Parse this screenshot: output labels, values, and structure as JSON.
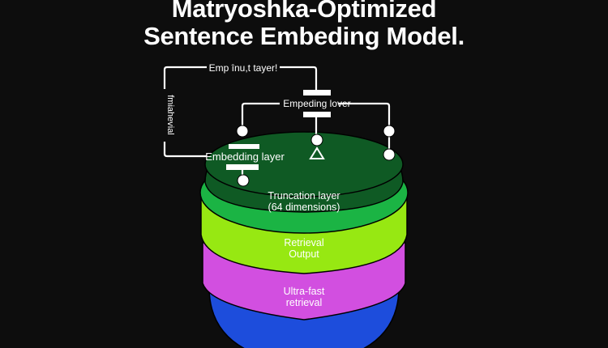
{
  "title": {
    "line1": "Matryoshka-Optimized",
    "line2": "Sentence Embeding Model."
  },
  "connectors": {
    "top_label": "Emp înu,t tayer!",
    "middle_label": "Empeding lover",
    "left_label": "Embedding layer",
    "vertical_label": "fmiahevial"
  },
  "layers": [
    {
      "name": "embedding-top",
      "label_lines": [],
      "color": "#0f5a24"
    },
    {
      "name": "truncation",
      "label_lines": [
        "Truncation layer",
        "(64 dimensions)"
      ],
      "color": "#1bb444"
    },
    {
      "name": "retrieval-output",
      "label_lines": [
        "Retrieval",
        "Output"
      ],
      "color": "#97e812"
    },
    {
      "name": "ultra-fast",
      "label_lines": [
        "Ultra-fast",
        "retrieval"
      ],
      "color": "#d24fe0"
    },
    {
      "name": "base",
      "label_lines": [],
      "color": "#1d4ddc"
    }
  ],
  "colors": {
    "background": "#0d0d0d",
    "line": "#ffffff"
  }
}
